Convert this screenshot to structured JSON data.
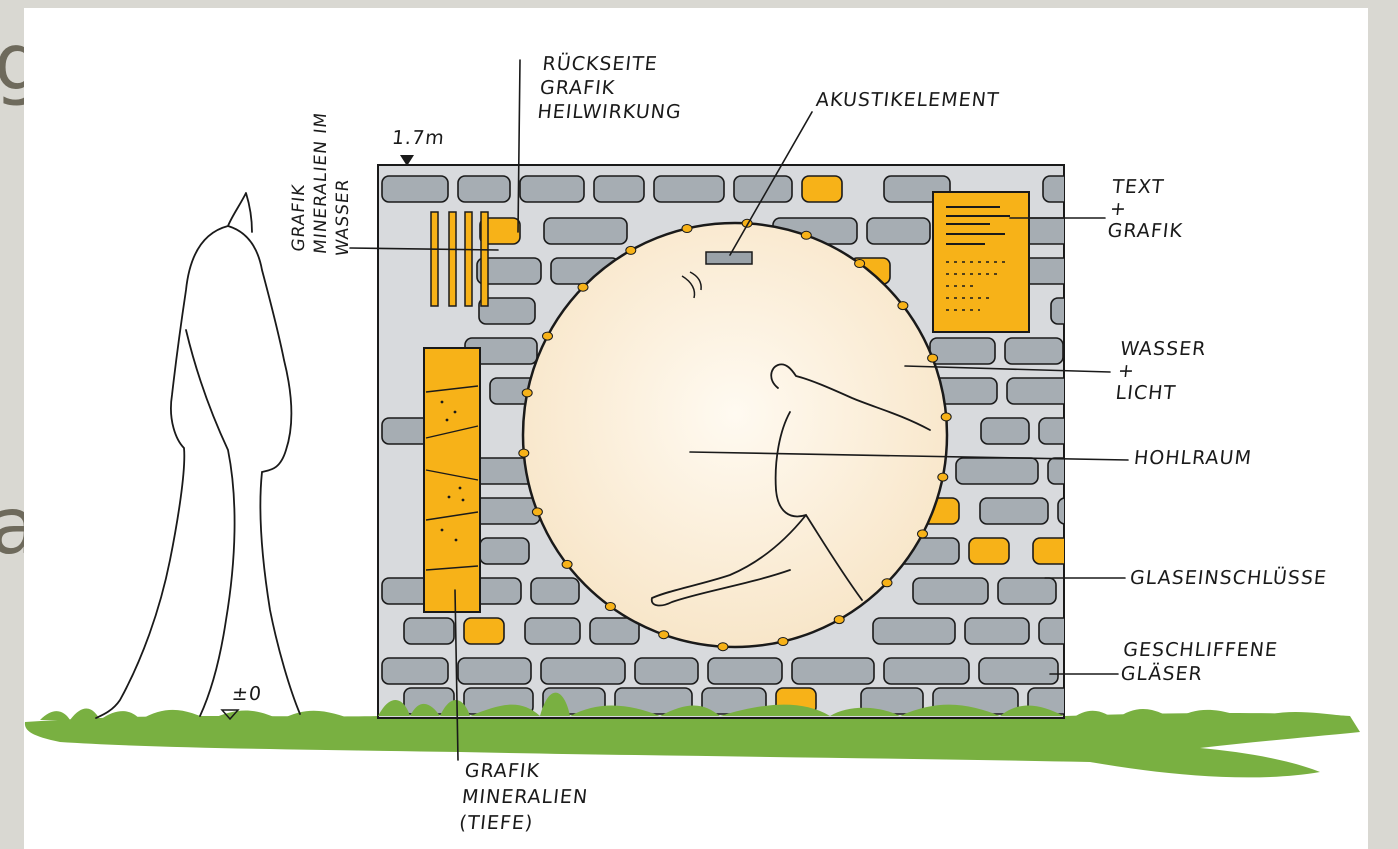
{
  "labels": {
    "height_mark": "1.7m",
    "grafik_mineralien_wasser": "GRAFIK\nMINERALIEN IM\nWASSER",
    "rueckseite": "RÜCKSEITE\nGRAFIK\nHEILWIRKUNG",
    "akustikelement": "AKUSTIKELEMENT",
    "text_grafik": "TEXT\n+\nGRAFIK",
    "wasser_licht": "WASSER\n+\nLICHT",
    "hohlraum": "HOHLRAUM",
    "glaseinschluesse": "GLASEINSCHLÜSSE",
    "geschliffene_glaeser": "GESCHLIFFENE\nGLÄSER",
    "grafik_mineralien_tiefe": "GRAFIK\nMINERALIEN\n(TIEFE)",
    "ground_level": "±0"
  },
  "background_edge": {
    "glyph_top": "g",
    "glyph_bottom": "a"
  },
  "colors": {
    "stone": "#a6adb3",
    "mortar": "#d8dadd",
    "glass": "#f7b218",
    "opening": "#fbefdc",
    "grass": "#79b041",
    "ink": "#1a1a1a"
  }
}
